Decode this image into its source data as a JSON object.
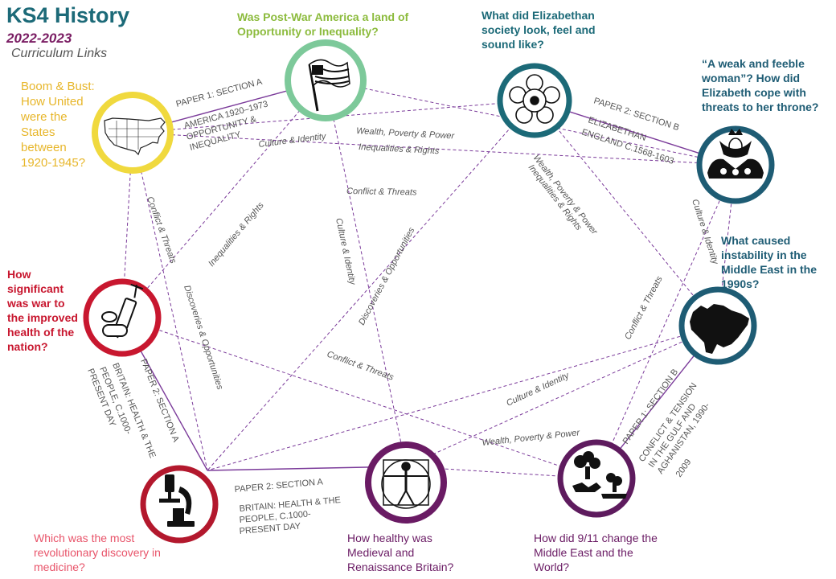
{
  "header": {
    "title": "KS4 History",
    "year": "2022-2023",
    "subtitle": "Curriculum Links"
  },
  "questions": {
    "boom_bust": "Boom & Bust: How United were the States between 1920-1945?",
    "post_war": "Was Post-War America a land of Opportunity or Inequality?",
    "elizabethan_society": "What did Elizabethan society look, feel and sound like?",
    "weak_feeble": "“A weak and feeble woman”? How did Elizabeth cope with threats to her throne?",
    "middle_east": "What caused instability in the Middle East in the 1990s?",
    "war_health": "How significant was war to the improved health of the nation?",
    "revolutionary": "Which was the most revolutionary discovery in medicine?",
    "medieval": "How healthy was Medieval and Renaissance Britain?",
    "nine_eleven": "How did 9/11 change the Middle East and the World?"
  },
  "papers": {
    "america_paper": "PAPER 1: SECTION A",
    "america_topic_1": "AMERICA 1920–1973",
    "america_topic_2": "OPPORTUNITY &",
    "america_topic_3": "INEQUALITY",
    "eliz_paper": "PAPER 2: SECTION B",
    "eliz_topic_1": "ELIZABETHAN",
    "eliz_topic_2": "ENGLAND C.1568-1603",
    "health_left_paper": "PAPER 2: SECTION A",
    "health_left_topic_1": "BRITAIN: HEALTH & THE",
    "health_left_topic_2": "PEOPLE, C.1000-",
    "health_left_topic_3": "PRESENT DAY",
    "health_bottom_paper": "PAPER 2: SECTION A",
    "health_bottom_topic_1": "BRITAIN: HEALTH & THE",
    "health_bottom_topic_2": "PEOPLE, C.1000-",
    "health_bottom_topic_3": "PRESENT DAY",
    "gulf_paper": "PAPER 1: SECTION B",
    "gulf_topic_1": "CONFLICT & TENSION",
    "gulf_topic_2": "IN THE GULF AND",
    "gulf_topic_3": "AGHANISTAN, 1990-",
    "gulf_topic_4": "2009"
  },
  "links": {
    "culture_identity_top": "Culture & Identity",
    "wealth_poverty_power_top": "Wealth, Poverty & Power",
    "inequalities_rights_top": "Inequalities & Rights",
    "conflict_threats_mid": "Conflict & Threats",
    "wpp_diag": "Wealth, Poverty & Power",
    "ir_diag": "Inequalities & Rights",
    "conflict_threats_left": "Conflict & Threats",
    "inequalities_rights_left": "Inequalities & Rights",
    "culture_identity_vertical": "Culture & Identity",
    "discoveries_center": "Discoveries & Opportunities",
    "culture_identity_right": "Culture & Identity",
    "conflict_threats_right": "Conflict & Threats",
    "discoveries_left": "Discoveries & Opportunities",
    "conflict_threats_lower": "Conflict & Threats",
    "culture_identity_lower": "Culture & Identity",
    "wealth_poverty_power_lower": "Wealth, Poverty & Power"
  },
  "colors": {
    "teal": "#1c6a78",
    "plum": "#7a1d63",
    "yellow": "#f0d93e",
    "green": "#7dc99a",
    "blue": "#1e5c74",
    "red": "#c8172f",
    "purple": "#6a1b64",
    "pink_text": "#e8546a",
    "gold_text": "#e7b62a",
    "green_text": "#8cbb3d",
    "line": "#7b3b9a"
  },
  "icons": [
    "usa-map-icon",
    "us-flag-icon",
    "tudor-rose-icon",
    "elizabeth-queen-icon",
    "middle-east-map-icon",
    "syringe-pills-icon",
    "microscope-icon",
    "vitruvian-man-icon",
    "explosion-icon"
  ]
}
